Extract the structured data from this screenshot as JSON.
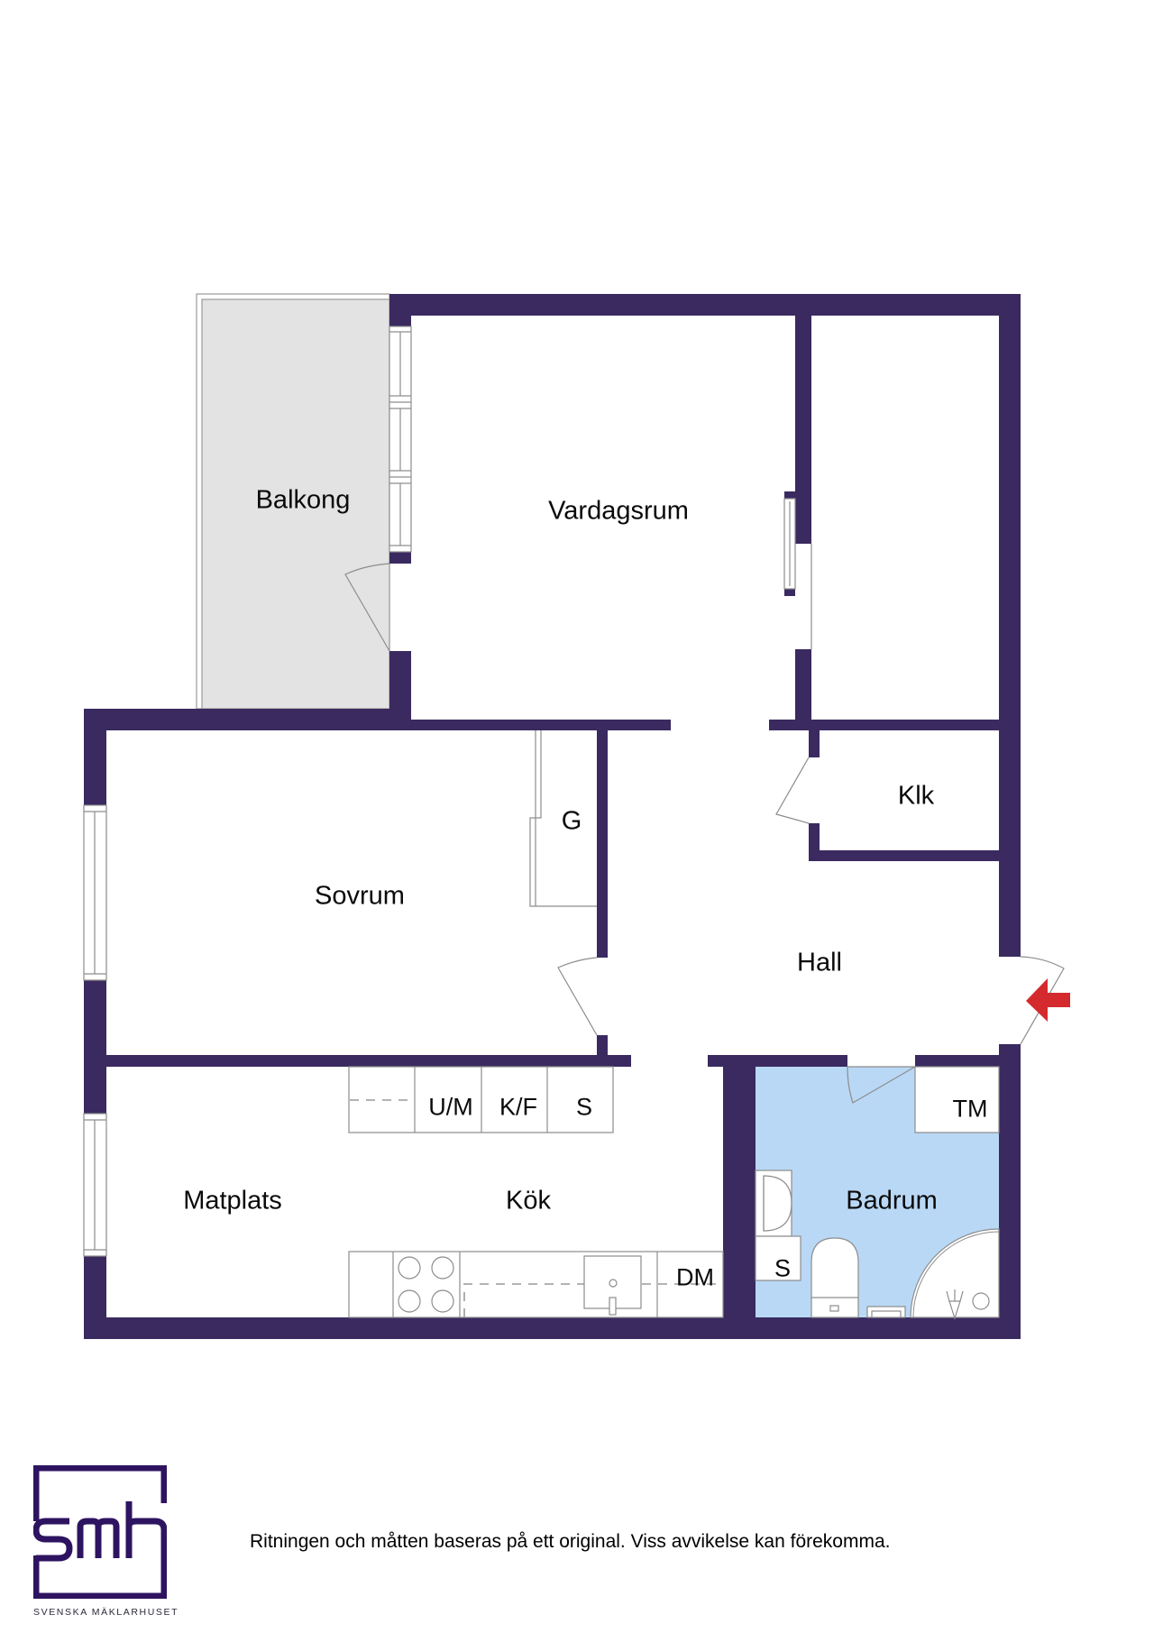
{
  "floorplan": {
    "rooms": {
      "balkong": "Balkong",
      "vardagsrum": "Vardagsrum",
      "sovrum": "Sovrum",
      "garderob": "G",
      "klk": "Klk",
      "hall": "Hall",
      "matplats": "Matplats",
      "kok": "Kök",
      "badrum": "Badrum"
    },
    "fixtures": {
      "um": "U/M",
      "kf": "K/F",
      "s_kitchen": "S",
      "dm": "DM",
      "tm": "TM",
      "s_bath": "S"
    },
    "colors": {
      "wall": "#3a2a60",
      "balcony_fill": "#e3e3e3",
      "bathroom_fill": "#b9d8f5",
      "entry_arrow": "#d42a2e"
    }
  },
  "footer": {
    "disclaimer": "Ritningen och måtten baseras på ett original. Viss avvikelse kan förekomma.",
    "logo_text": "smh",
    "logo_subtitle": "SVENSKA MÄKLARHUSET"
  }
}
